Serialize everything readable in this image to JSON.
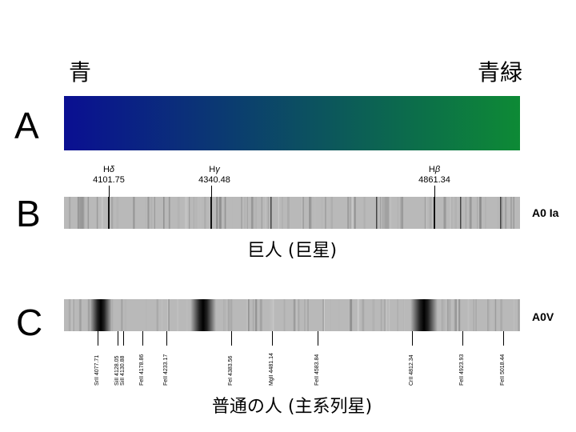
{
  "row_a": {
    "letter": "A",
    "left_label": "青",
    "right_label": "青緑",
    "gradient_start": "#0a0f92",
    "gradient_end": "#0d8a35"
  },
  "row_b": {
    "letter": "B",
    "markers": [
      {
        "name": "Hδ",
        "prefix": "H",
        "greek": "δ",
        "wavelength": "4101.75"
      },
      {
        "name": "Hγ",
        "prefix": "H",
        "greek": "γ",
        "wavelength": "4340.48"
      },
      {
        "name": "Hβ",
        "prefix": "H",
        "greek": "β",
        "wavelength": "4861.34"
      }
    ],
    "spectral_type": "A0 Ia",
    "caption": "巨人 (巨星)"
  },
  "row_c": {
    "letter": "C",
    "spectral_type": "A0V",
    "caption": "普通の人 (主系列星)",
    "lines": [
      "SrII 4077.71",
      "SiII 4128.05",
      "SiII 4130.88",
      "FeII 4178.86",
      "FeII 4233.17",
      "FeI 4383.56",
      "MgII 4481.14",
      "FeII 4583.84",
      "CrII 4812.34",
      "FeII 4923.93",
      "FeII 5018.44"
    ]
  },
  "colors": {
    "spectrum_background": "#b9b9b9",
    "absorption_line": "#000000"
  }
}
